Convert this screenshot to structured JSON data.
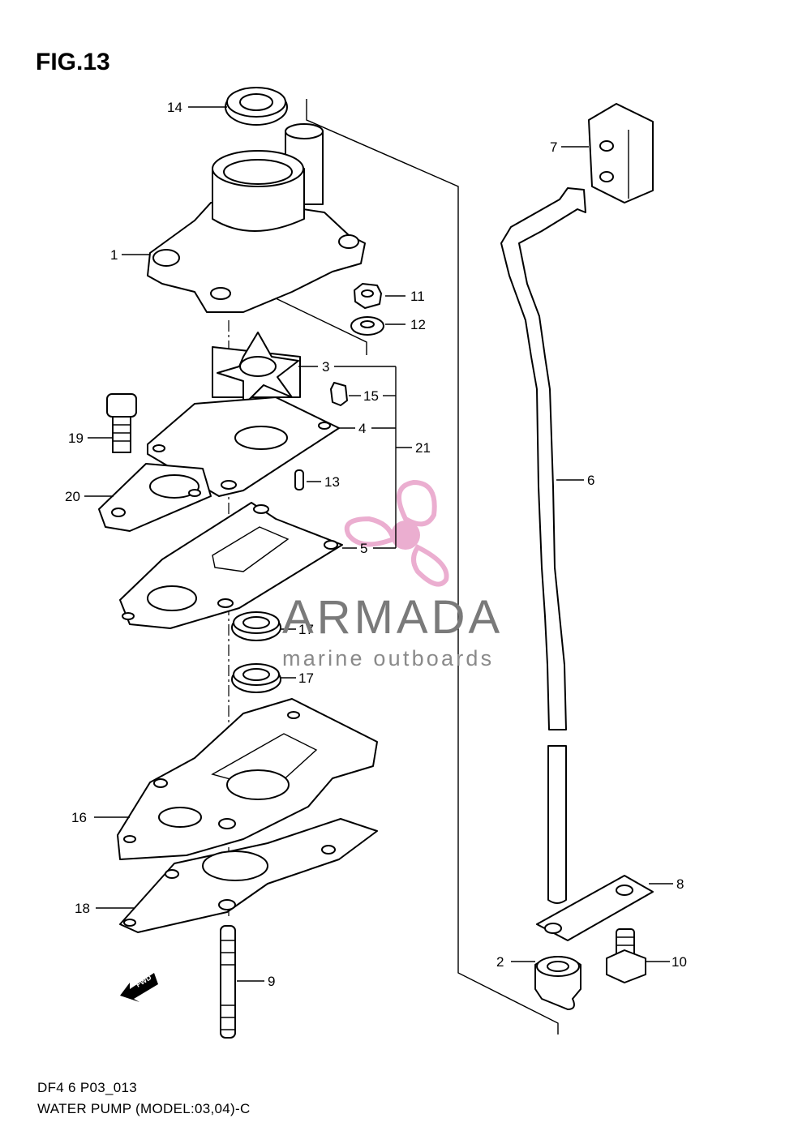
{
  "figure": {
    "title": "FIG.13",
    "code": "DF4 6 P03_013",
    "caption": "WATER PUMP (MODEL:03,04)-C"
  },
  "watermark": {
    "brand": "ARMADA",
    "tagline": "marine outboards",
    "logo_icon": "propeller-logo-icon",
    "logo_color": "#e8a0c8",
    "text_color": "#7a7a7a"
  },
  "fwd_label": "FWD",
  "callouts": {
    "c1": "1",
    "c2": "2",
    "c3": "3",
    "c4": "4",
    "c5": "5",
    "c6": "6",
    "c7": "7",
    "c8": "8",
    "c9": "9",
    "c10": "10",
    "c11": "11",
    "c12": "12",
    "c13": "13",
    "c14": "14",
    "c15": "15",
    "c16": "16",
    "c17a": "17",
    "c17b": "17",
    "c18": "18",
    "c19": "19",
    "c20": "20",
    "c21": "21"
  }
}
